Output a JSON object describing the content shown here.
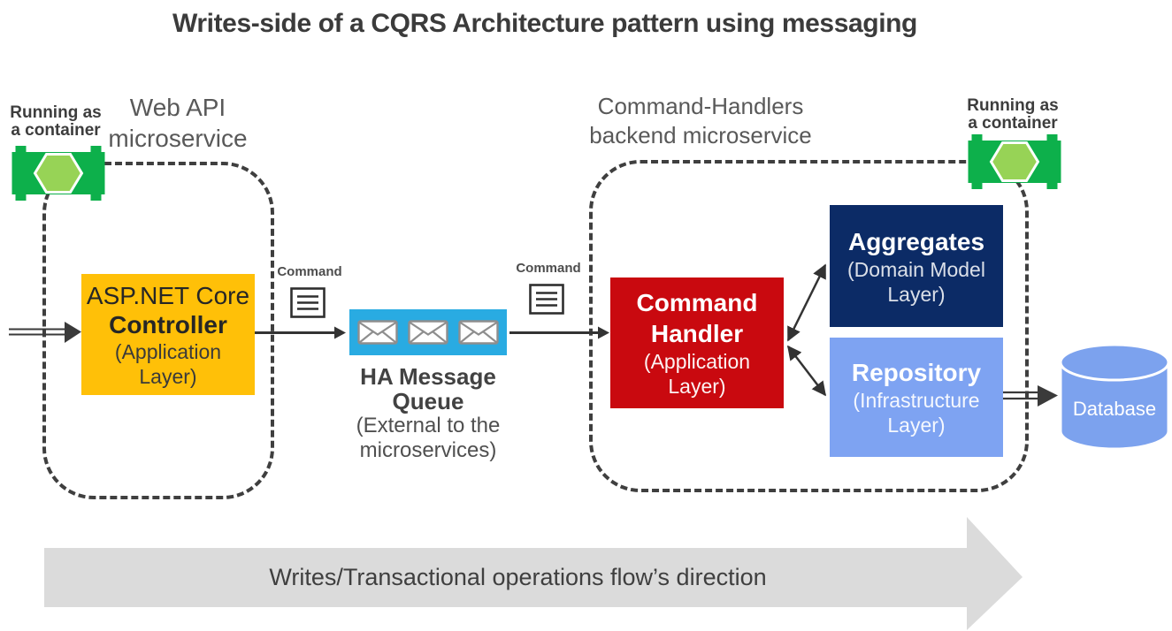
{
  "title": "Writes-side of a CQRS Architecture pattern using messaging",
  "web_api_service": {
    "container_note": "Running as\na container",
    "name": "Web API\nmicroservice",
    "controller": {
      "line1": "ASP.NET Core",
      "line2": "Controller",
      "sub": "(Application\nLayer)"
    }
  },
  "message_queue": {
    "command_label": "Command",
    "name": "HA Message Queue",
    "sub": "(External to the\nmicroservices)"
  },
  "backend_service": {
    "command_label": "Command",
    "container_note": "Running as\na container",
    "name": "Command-Handlers\nbackend microservice",
    "command_handler": {
      "title": "Command\nHandler",
      "sub": "(Application\nLayer)"
    },
    "aggregates": {
      "title": "Aggregates",
      "sub": "(Domain Model\nLayer)"
    },
    "repository": {
      "title": "Repository",
      "sub": "(Infrastructure\nLayer)"
    }
  },
  "database": {
    "label": "Database"
  },
  "banner": {
    "label": "Writes/Transactional operations flow’s direction"
  },
  "icons": {
    "left_container": "container-icon",
    "right_container": "container-icon",
    "command_message_1": "command-message-icon",
    "command_message_2": "command-message-icon",
    "queue_envelopes": "envelope-icon",
    "database": "database-cylinder-icon",
    "flow_arrow": "right-arrow-banner"
  },
  "colors": {
    "controller_bg": "#ffc008",
    "command_handler_bg": "#c9090f",
    "aggregates_bg": "#0c2b66",
    "repository_bg": "#7ea3f2",
    "queue_bg": "#29abe2",
    "database_bg": "#7ca2ee",
    "container_green": "#0db04b",
    "container_hexagon_green": "#97d356",
    "banner_bg": "#dbdbdb",
    "boundary_dash": "#3f3f3f",
    "connector": "#333333",
    "label_gray": "#595959"
  }
}
